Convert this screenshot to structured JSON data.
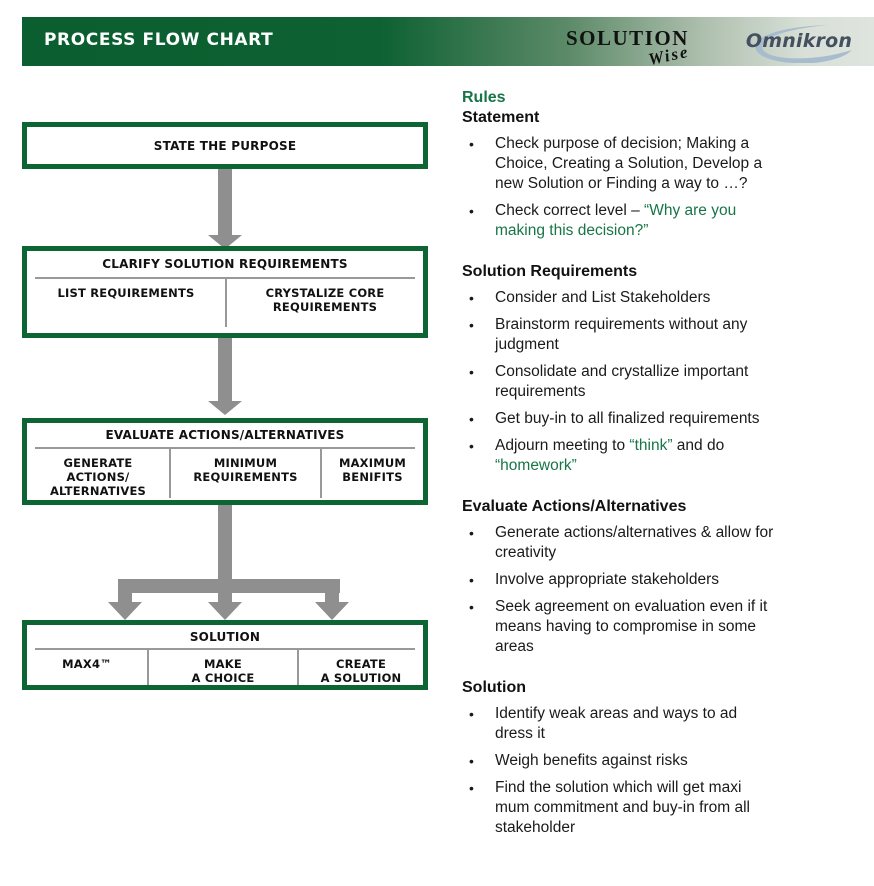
{
  "header": {
    "title": "PROCESS FLOW CHART",
    "solutionwise": {
      "line1": "SOLUTION",
      "line2": "Wise"
    },
    "omnikron": "Omnikron",
    "omnikron_swoosh_icon": "crescent-swoosh"
  },
  "flow": {
    "boxes": [
      {
        "title": "STATE THE PURPOSE",
        "cells": []
      },
      {
        "title": "CLARIFY SOLUTION REQUIREMENTS",
        "cells": [
          "LIST REQUIREMENTS",
          "CRYSTALIZE CORE\nREQUIREMENTS"
        ]
      },
      {
        "title": "EVALUATE ACTIONS/ALTERNATIVES",
        "cells": [
          "GENERATE\nACTIONS/\nALTERNATIVES",
          "MINIMUM\nREQUIREMENTS",
          "MAXIMUM\nBENIFITS"
        ]
      },
      {
        "title": "SOLUTION",
        "cells": [
          "MAX4™",
          "MAKE\nA CHOICE",
          "CREATE\nA SOLUTION"
        ]
      }
    ],
    "arrow_icon": "down-arrow"
  },
  "rules": {
    "title": "Rules",
    "bullet_marker": "•",
    "sections": [
      {
        "heading": "Statement",
        "bullets": [
          {
            "parts": [
              {
                "text": "Check purpose of decision; Making a\nChoice, Creating a Solution, Develop a\nnew Solution or Finding a way to …?"
              }
            ]
          },
          {
            "parts": [
              {
                "text": "Check correct level – "
              },
              {
                "text": "“Why are you\nmaking this decision?”",
                "green": true
              }
            ]
          }
        ]
      },
      {
        "heading": "Solution Requirements",
        "bullets": [
          {
            "parts": [
              {
                "text": "Consider and List Stakeholders"
              }
            ]
          },
          {
            "parts": [
              {
                "text": "Brainstorm requirements without any\njudgment"
              }
            ]
          },
          {
            "parts": [
              {
                "text": "Consolidate and crystallize important\nrequirements"
              }
            ]
          },
          {
            "parts": [
              {
                "text": "Get buy-in to all finalized requirements"
              }
            ]
          },
          {
            "parts": [
              {
                "text": "Adjourn meeting to "
              },
              {
                "text": "“think”",
                "green": true
              },
              {
                "text": " and do\n"
              },
              {
                "text": "“homework”",
                "green": true
              }
            ]
          }
        ]
      },
      {
        "heading": "Evaluate Actions/Alternatives",
        "bullets": [
          {
            "parts": [
              {
                "text": "Generate actions/alternatives & allow for\ncreativity"
              }
            ]
          },
          {
            "parts": [
              {
                "text": "Involve appropriate stakeholders"
              }
            ]
          },
          {
            "parts": [
              {
                "text": "Seek agreement on evaluation even if it\nmeans having to compromise in some\nareas"
              }
            ]
          }
        ]
      },
      {
        "heading": "Solution",
        "bullets": [
          {
            "parts": [
              {
                "text": "Identify weak areas and ways to ad\ndress it"
              }
            ]
          },
          {
            "parts": [
              {
                "text": "Weigh benefits against risks"
              }
            ]
          },
          {
            "parts": [
              {
                "text": "Find the solution which will get maxi\nmum commitment and buy-in from all\nstakeholder"
              }
            ]
          }
        ]
      }
    ]
  },
  "colors": {
    "brand_green": "#0e6534",
    "text_green": "#177547",
    "arrow_gray": "#8f8f8f",
    "divider_gray": "#999999",
    "omnikron_text": "#44505f",
    "omnikron_swoosh": "#a7bccd"
  }
}
